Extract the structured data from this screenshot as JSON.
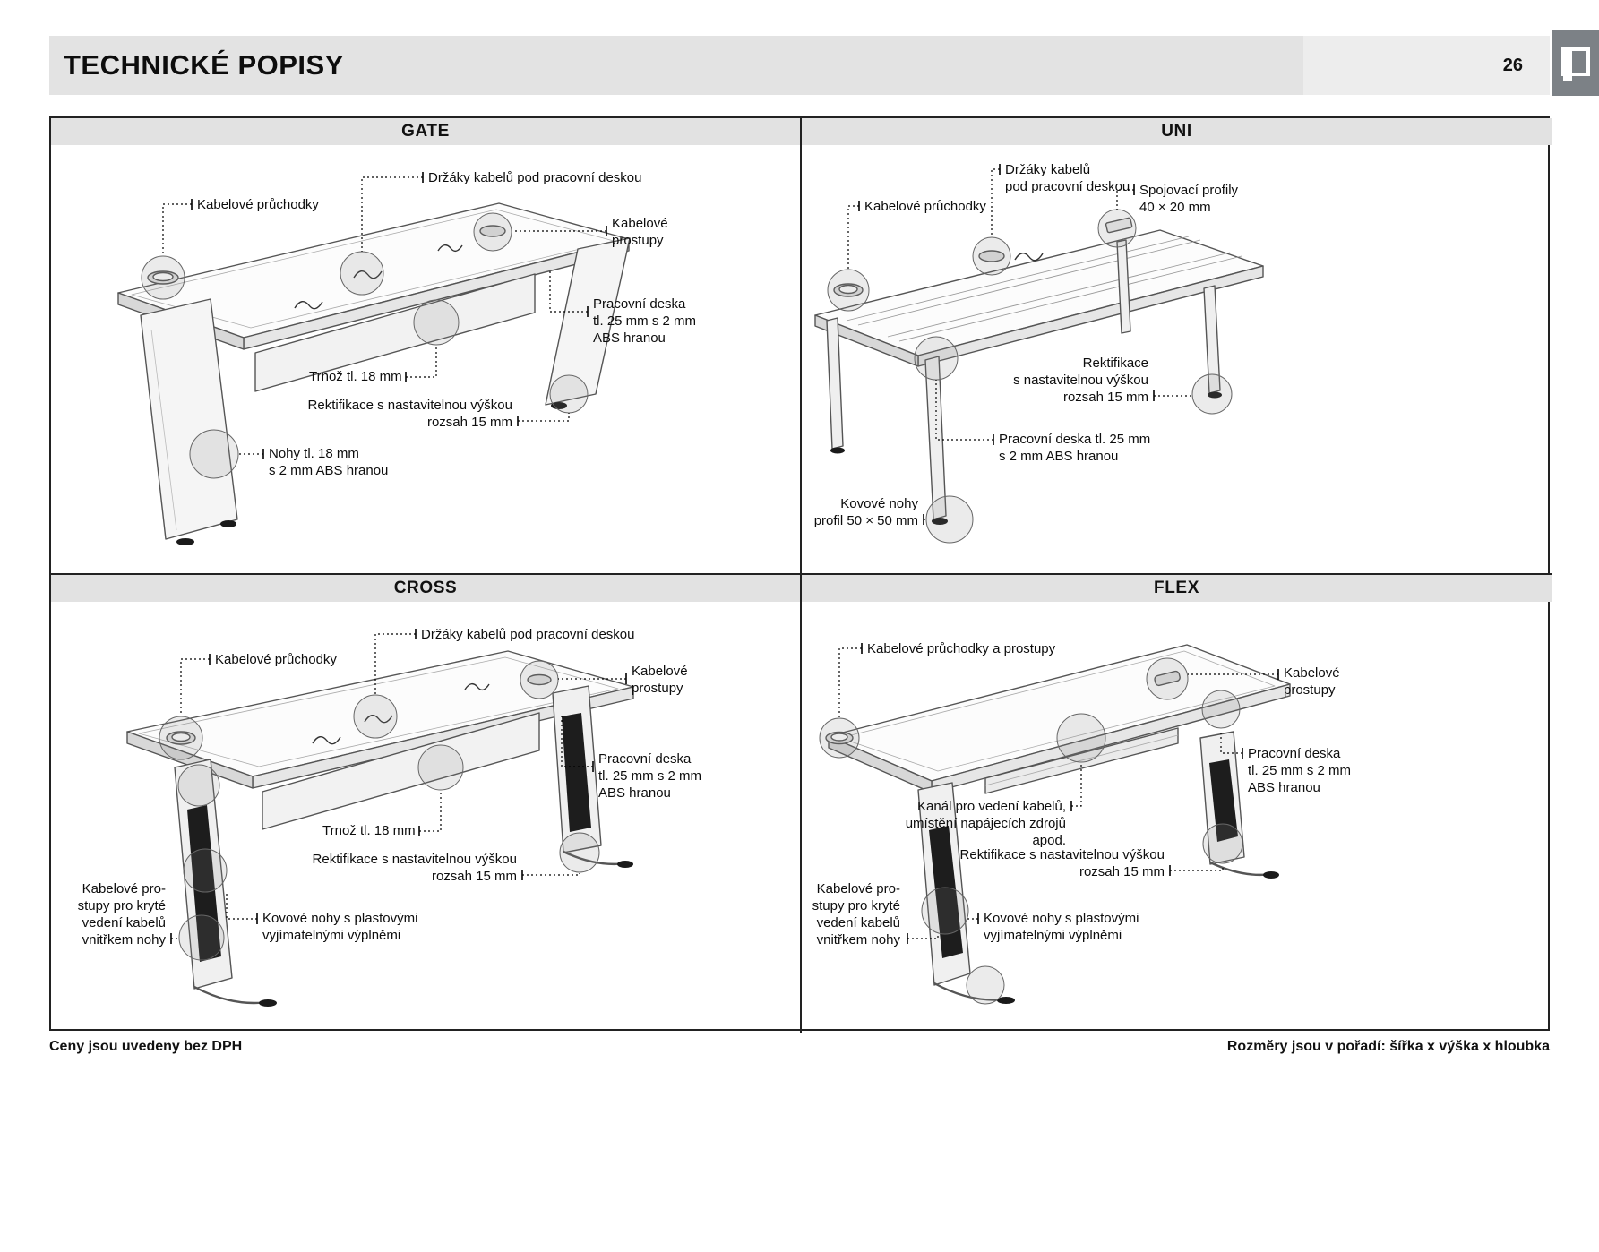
{
  "page": {
    "title": "TECHNICKÉ POPISY",
    "page_number": "26",
    "footer_left": "Ceny jsou uvedeny bez DPH",
    "footer_right": "Rozměry jsou v pořadí:  šířka x výška x hloubka"
  },
  "colors": {
    "header_bar": "#e3e3e3",
    "panel_header": "#e2e2e2",
    "logo": "#7c8186",
    "line_art": "#555"
  },
  "panels": {
    "gate": {
      "title": "GATE",
      "labels": {
        "drzaky": "Držáky kabelů pod pracovní deskou",
        "pruchodky": "Kabelové průchodky",
        "prostupy": "Kabelové\nprostupy",
        "deska": "Pracovní deska\ntl. 25 mm s 2 mm\nABS hranou",
        "trnoz": "Trnož tl. 18 mm",
        "rektifikace": "Rektifikace s nastavitelnou výškou\nrozsah 15 mm",
        "nohy": "Nohy tl. 18 mm\ns 2 mm ABS hranou"
      }
    },
    "uni": {
      "title": "UNI",
      "labels": {
        "drzaky": "Držáky kabelů\npod pracovní deskou",
        "profily": "Spojovací profily\n40 × 20 mm",
        "pruchodky": "Kabelové průchodky",
        "rektifikace": "Rektifikace\ns nastavitelnou výškou\nrozsah 15 mm",
        "deska": "Pracovní deska tl. 25 mm\ns 2 mm ABS hranou",
        "nohy": "Kovové nohy\nprofil 50 × 50 mm"
      }
    },
    "cross": {
      "title": "CROSS",
      "labels": {
        "drzaky": "Držáky kabelů pod pracovní deskou",
        "pruchodky": "Kabelové průchodky",
        "prostupy": "Kabelové\nprostupy",
        "deska": "Pracovní deska\ntl. 25 mm s 2 mm\nABS hranou",
        "trnoz": "Trnož tl. 18 mm",
        "rektifikace": "Rektifikace s nastavitelnou výškou\nrozsah 15 mm",
        "prostupy_nohy": "Kabelové pro-\nstupy pro kryté\nvedení kabelů\nvnitřkem nohy",
        "nohy": "Kovové nohy s plastovými\nvyjímatelnými výplněmi"
      }
    },
    "flex": {
      "title": "FLEX",
      "labels": {
        "pruchodky": "Kabelové průchodky a prostupy",
        "prostupy": "Kabelové\nprostupy",
        "deska": "Pracovní deska\ntl. 25 mm s 2 mm\nABS hranou",
        "kanal": "Kanál pro vedení kabelů,\numístění napájecích zdrojů apod.",
        "rektifikace": "Rektifikace s nastavitelnou výškou\nrozsah 15 mm",
        "prostupy_nohy": "Kabelové pro-\nstupy pro kryté\nvedení kabelů\nvnitřkem nohy",
        "nohy": "Kovové nohy s plastovými\nvyjímatelnými výplněmi"
      }
    }
  }
}
